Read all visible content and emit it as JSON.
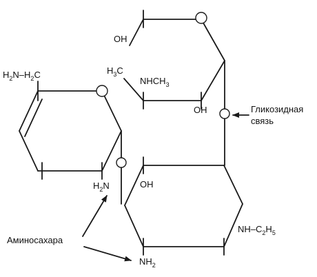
{
  "labels": {
    "h2n_h2c": {
      "p1": "H",
      "s1": "2",
      "p2": "N–H",
      "s2": "2",
      "p3": "C"
    },
    "oh_top": "OH",
    "h3c": {
      "p1": "H",
      "s1": "3",
      "p2": "C"
    },
    "nhch3": {
      "p1": "NHCH",
      "s1": "3"
    },
    "oh_mid": "OH",
    "glyco": {
      "line1": "Гликозидная",
      "line2": "связь"
    },
    "oh_low": "OH",
    "h2n_mid": {
      "p1": "H",
      "s1": "2",
      "p2": "N"
    },
    "nhc2h5": {
      "p1": "NH–C",
      "s1": "2",
      "p2": "H",
      "s2": "5"
    },
    "amino": "Аминосахара",
    "nh2_bot": {
      "p1": "NH",
      "s1": "2"
    }
  },
  "colors": {
    "line": "#1a1a1a",
    "text": "#111111",
    "background": "#ffffff"
  }
}
